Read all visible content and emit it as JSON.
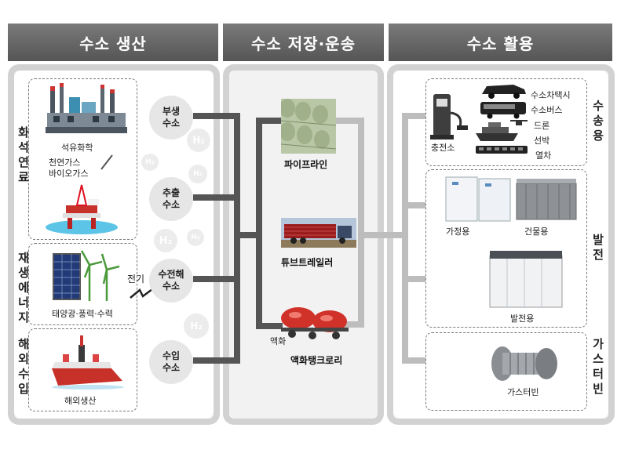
{
  "headers": {
    "production": "수소 생산",
    "storage": "수소 저장·운송",
    "utilization": "수소 활용"
  },
  "production": {
    "fossil": {
      "label": "화석연료",
      "items": [
        "석유화학",
        "천연가스\n바이오가스"
      ]
    },
    "renewable": {
      "label": "재생에너지",
      "items": [
        "태양광·풍력·수력"
      ],
      "electricity": "전기"
    },
    "overseas": {
      "label": "해외수입",
      "items": [
        "해외생산"
      ]
    },
    "methods": [
      "부생\n수소",
      "추출\n수소",
      "수전해\n수소",
      "수입\n수소"
    ],
    "bubbles": [
      "H₂",
      "H₂",
      "H₂",
      "H₂",
      "H₂",
      "H₂"
    ]
  },
  "storage": {
    "items": [
      {
        "label": "파이프라인"
      },
      {
        "label": "튜브트레일러"
      },
      {
        "label": "액화탱크로리",
        "note": "액화"
      }
    ]
  },
  "utilization": {
    "transport": {
      "label": "수송용",
      "station": "충전소",
      "vehicles": [
        "수소차택시",
        "수소버스",
        "드론",
        "선박",
        "열차"
      ]
    },
    "power": {
      "label": "발전",
      "items": [
        "가정용",
        "건물용",
        "발전용"
      ]
    },
    "turbine": {
      "label": "가스터빈",
      "item": "가스터빈"
    }
  },
  "colors": {
    "header": "#5e5e5e",
    "panel_border": "#d2d2d2",
    "dark_pipe": "#555555",
    "light_pipe": "#bdbdbd",
    "tank_red": "#d0322a"
  }
}
